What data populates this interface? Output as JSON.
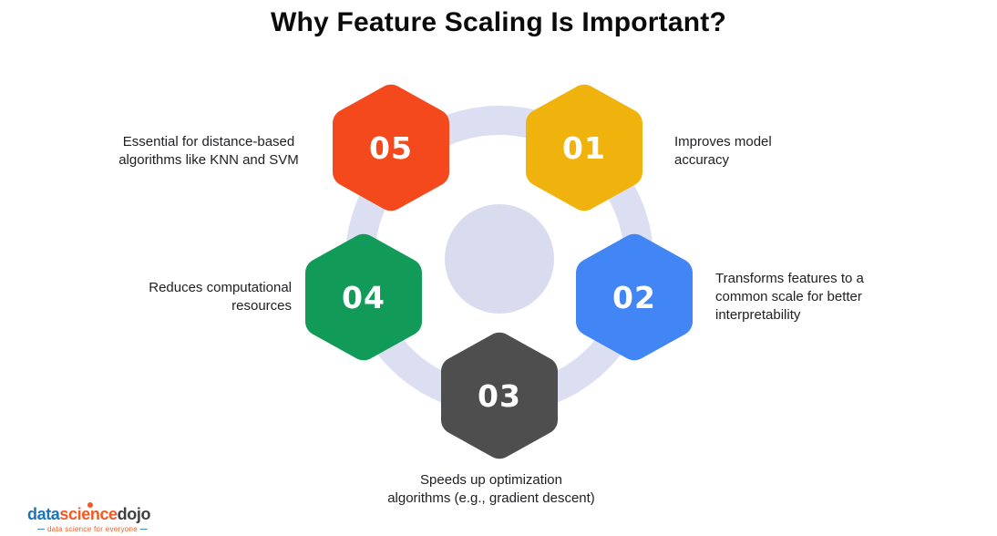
{
  "title": "Why Feature Scaling Is Important?",
  "decor": {
    "ring_color": "#DCDFF1",
    "center_circle_color": "#D8DCEE"
  },
  "items": {
    "h01": {
      "number": "01",
      "color": "#F0B30E",
      "label": "Improves model\naccuracy"
    },
    "h02": {
      "number": "02",
      "color": "#4285F4",
      "label": "Transforms features to a\ncommon scale for better\ninterpretability"
    },
    "h03": {
      "number": "03",
      "color": "#4E4E4E",
      "label": "Speeds up optimization\nalgorithms (e.g., gradient descent)"
    },
    "h04": {
      "number": "04",
      "color": "#129B58",
      "label": "Reduces computational\nresources"
    },
    "h05": {
      "number": "05",
      "color": "#F4491D",
      "label": "Essential for distance-based\nalgorithms like KNN and SVM"
    }
  },
  "logo": {
    "word1": "data",
    "word2": "science",
    "word3": "dojo",
    "dash": "—",
    "tagline": "data science for everyone",
    "blue": "#1B75BC",
    "orange": "#F15A24",
    "dark": "#3F3F3F"
  }
}
